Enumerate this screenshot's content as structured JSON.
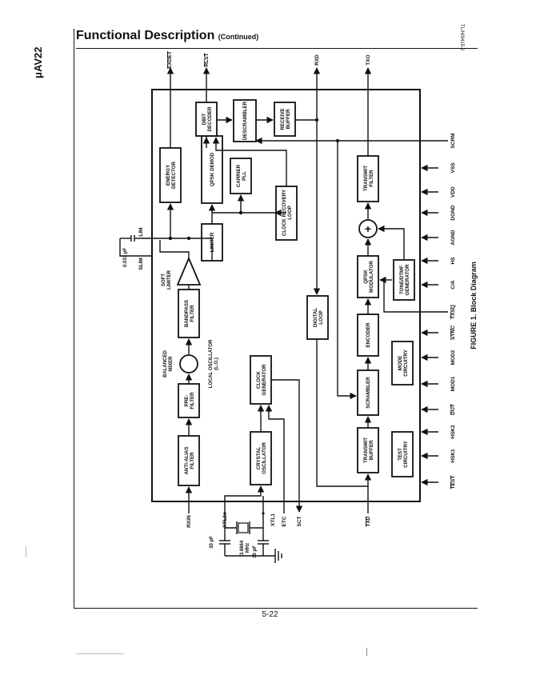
{
  "header": {
    "page_id": "μAV22",
    "title": "Functional Description",
    "continued": "(Continued)",
    "ref_code": "TL/H/9415-2"
  },
  "figure_caption": "FIGURE 1. Block Diagram",
  "page_number": "5-22",
  "blocks": {
    "anti_alias": [
      "ANTI-ALIAS",
      "FILTER"
    ],
    "pre_filter": [
      "PRE-",
      "FILTER"
    ],
    "bandpass": [
      "BANDPASS",
      "FILTER"
    ],
    "limiter": [
      "LIMITER"
    ],
    "energy_detector": [
      "ENERGY",
      "DETECTOR"
    ],
    "qpsk_demod": [
      "QPSK DEMOD"
    ],
    "carrier_pll": [
      "CARRIER",
      "PLL"
    ],
    "clock_recovery": [
      "CLOCK RECOVERY",
      "LOOP"
    ],
    "dbit_decoder": [
      "DBIT",
      "DECODER"
    ],
    "descrambler": [
      "DESCRAMBLER"
    ],
    "receive_buffer": [
      "RECEIVE",
      "BUFFER"
    ],
    "crystal_oscillator": [
      "CRYSTAL",
      "OSCILLATOR"
    ],
    "clock_generator": [
      "CLOCK",
      "GENERATOR"
    ],
    "digital_loop": [
      "DIGITAL",
      "LOOP"
    ],
    "transmit_buffer": [
      "TRANSMIT",
      "BUFFER"
    ],
    "scrambler": [
      "SCRAMBLER"
    ],
    "encoder": [
      "ENCODER"
    ],
    "qpsk_modulator": [
      "QPSK",
      "MODULATOR"
    ],
    "tone_dtmf": [
      "TONE/DTMF",
      "GENERATOR"
    ],
    "transmit_filter": [
      "TRANSMIT",
      "FILTER"
    ],
    "test_circuitry": [
      "TEST",
      "CIRCUITRY"
    ],
    "mode_circuitry": [
      "MODE",
      "CIRCUITRY"
    ]
  },
  "labels": {
    "balanced_mixer": [
      "BALANCED",
      "MIXER"
    ],
    "soft_limiter": [
      "SOFT",
      "LIMITER"
    ],
    "local_oscillator": [
      "LOCAL OSCILLATOR",
      "(L.O.)"
    ],
    "summer": "+"
  },
  "pins": {
    "exdet": "EXDET",
    "rlst": "RLST",
    "rxd": "RXD",
    "txo": "TXO",
    "scrm": "SCRM",
    "vss": "VSS",
    "vdd": "VDD",
    "dgnd": "DGND",
    "agnd": "AGND",
    "hs": "HS",
    "ca": "C/A",
    "txsq": "TXSQ",
    "sync": "SYNC",
    "mod2": "MOD2",
    "mod1": "MOD1",
    "dot": "DOT",
    "hsk2": "HSK2",
    "hsk1": "HSK1",
    "test": "TEST",
    "rxin": "RXIN",
    "xtl2": "XTL2",
    "xtl1": "XTL1",
    "etc": "ETC",
    "sct": "SCT",
    "txd": "TXD",
    "lim": "LIM",
    "slim": "SLIM"
  },
  "components": {
    "cap_lim": "0.033 μF",
    "crystal_freq": [
      "3.6864",
      "MHz"
    ],
    "cap1": "30 pF",
    "cap2": "30 pF"
  }
}
